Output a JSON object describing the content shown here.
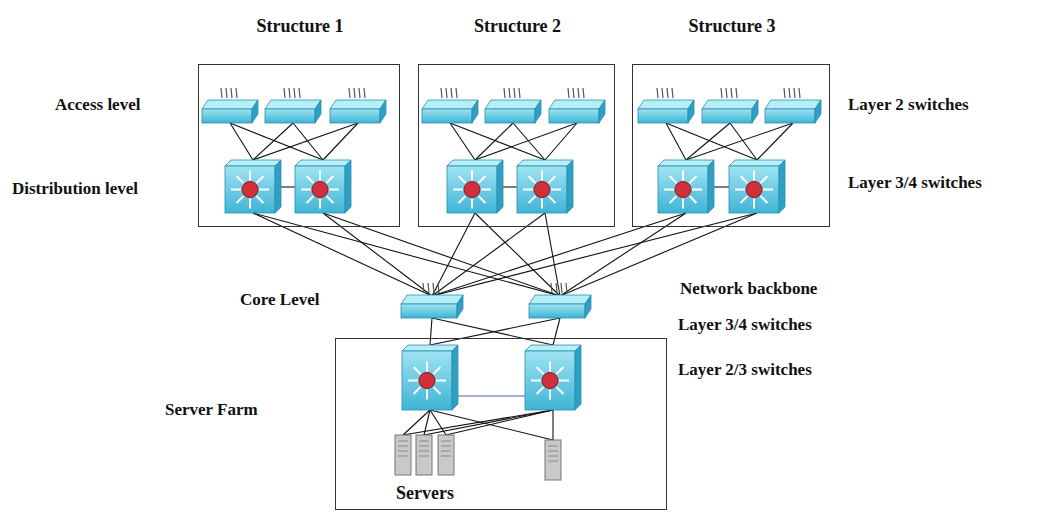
{
  "diagram": {
    "nodes": [
      {
        "text": [
          "Structure 1"
        ]
      },
      {
        "text": [
          "Structure 2"
        ]
      },
      {
        "text": [
          "Structure 3"
        ]
      },
      {
        "text": [
          "Servers"
        ]
      }
    ],
    "labels": [
      "Access level",
      "Layer 2 switches",
      "Distribution level",
      "Layer 3/4 switches",
      "Core Level",
      "Network backbone",
      "Layer 3/4 switches",
      "Layer 2/3 switches",
      "Server Farm"
    ]
  }
}
